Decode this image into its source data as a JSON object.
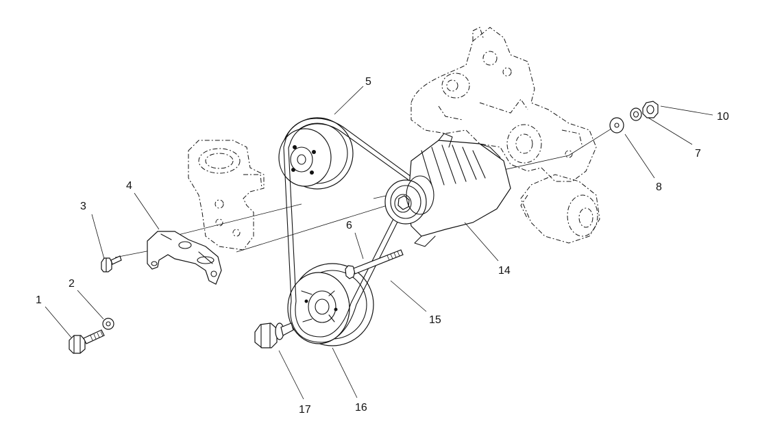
{
  "callouts": [
    {
      "id": "1",
      "label": "1"
    },
    {
      "id": "2",
      "label": "2"
    },
    {
      "id": "3",
      "label": "3"
    },
    {
      "id": "4",
      "label": "4"
    },
    {
      "id": "5",
      "label": "5"
    },
    {
      "id": "6",
      "label": "6"
    },
    {
      "id": "7",
      "label": "7"
    },
    {
      "id": "8",
      "label": "8"
    },
    {
      "id": "10",
      "label": "10"
    },
    {
      "id": "14",
      "label": "14"
    },
    {
      "id": "15",
      "label": "15"
    },
    {
      "id": "16",
      "label": "16"
    },
    {
      "id": "17",
      "label": "17"
    }
  ]
}
